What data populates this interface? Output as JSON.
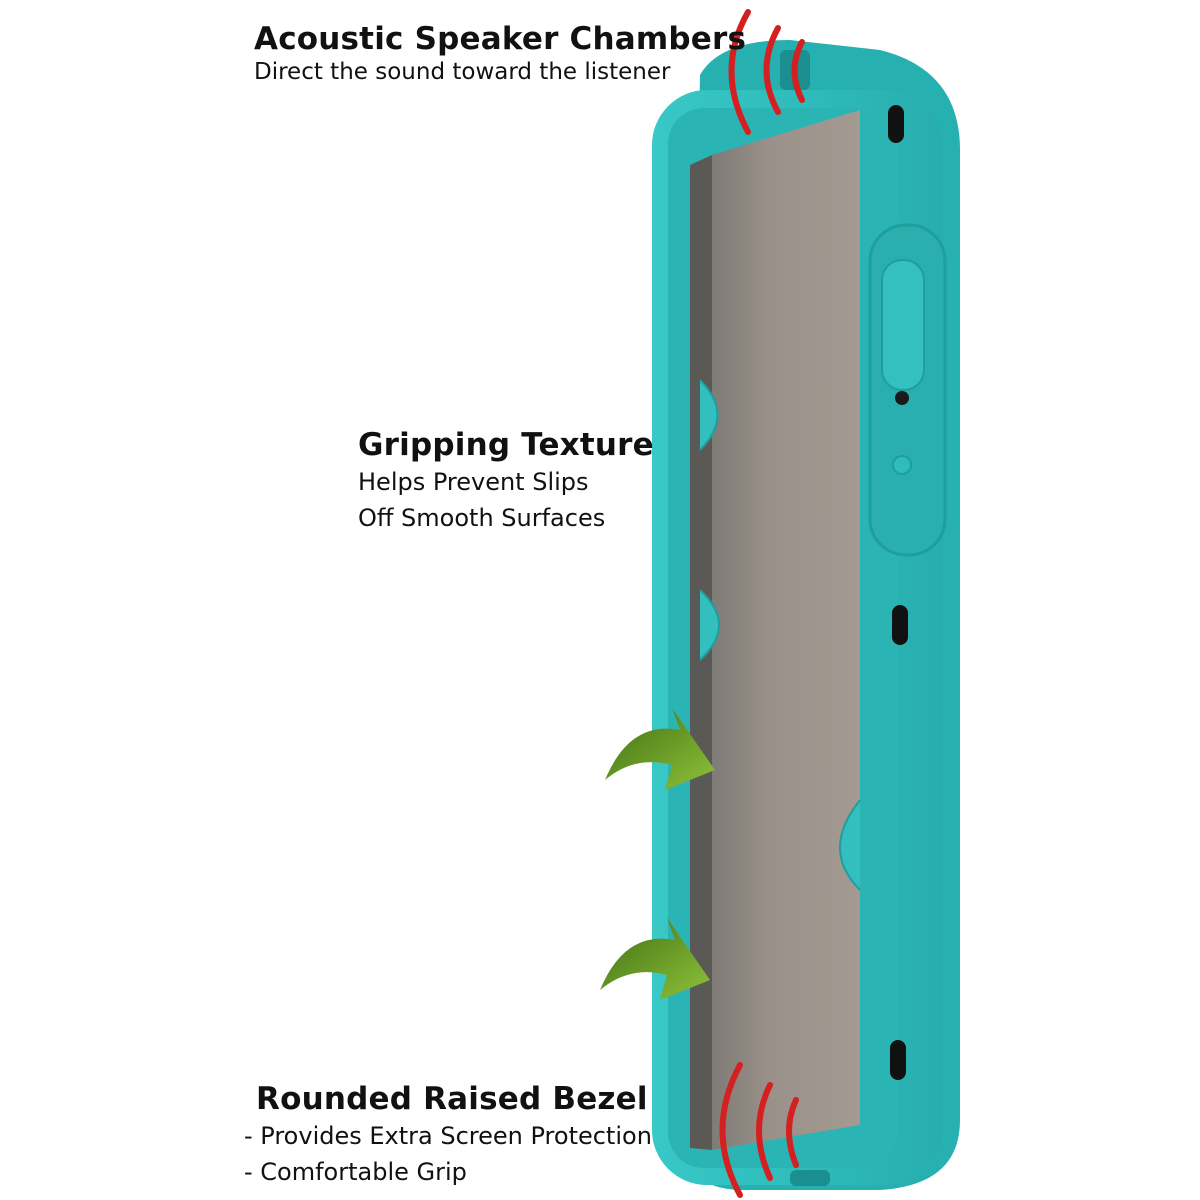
{
  "features": {
    "speaker": {
      "title": "Acoustic Speaker Chambers",
      "desc": "Direct the sound toward the listener"
    },
    "grip": {
      "title": "Gripping Texture",
      "line1": "Helps Prevent Slips",
      "line2": "Off Smooth Surfaces"
    },
    "bezel": {
      "title": "Rounded Raised Bezel",
      "line1": "- Provides Extra Screen Protection",
      "line2": "- Comfortable Grip"
    }
  },
  "colors": {
    "case": "#2fc1c1",
    "case_dark": "#1f9e9e",
    "screen": "#8f8780",
    "sound_waves": "#d42020",
    "arrows": "#6fa51e"
  },
  "icons": {
    "sound": "sound-wave-icon",
    "arrow": "curved-arrow-icon"
  }
}
